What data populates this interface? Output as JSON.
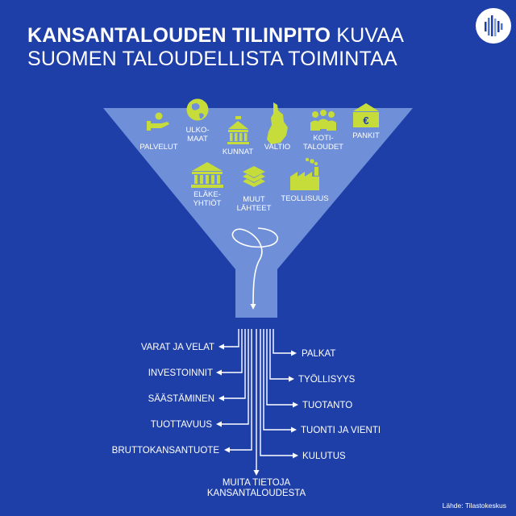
{
  "title": {
    "bold": "KANSANTALOUDEN TILINPITO",
    "light_1": "KUVAA",
    "light_2": "SUOMEN TALOUDELLISTA TOIMINTAA"
  },
  "funnel_icons": [
    {
      "lines": [
        "PALVELUT"
      ],
      "icon": "hand-service-icon"
    },
    {
      "lines": [
        "ULKO-",
        "MAAT"
      ],
      "icon": "globe-icon"
    },
    {
      "lines": [
        "KUNNAT"
      ],
      "icon": "town-hall-icon"
    },
    {
      "lines": [
        "VALTIO"
      ],
      "icon": "finland-map-icon"
    },
    {
      "lines": [
        "KOTI-",
        "TALOUDET"
      ],
      "icon": "households-icon"
    },
    {
      "lines": [
        "PANKIT"
      ],
      "icon": "bank-euro-icon"
    },
    {
      "lines": [
        "ELÄKE-",
        "YHTIÖT"
      ],
      "icon": "pension-building-icon"
    },
    {
      "lines": [
        "MUUT",
        "LÄHTEET"
      ],
      "icon": "layers-icon"
    },
    {
      "lines": [
        "TEOLLISUUS"
      ],
      "icon": "factory-icon"
    }
  ],
  "outputs_left": [
    "VARAT JA VELAT",
    "INVESTOINNIT",
    "SÄÄSTÄMINEN",
    "TUOTTAVUUS",
    "BRUTTOKANSANTUOTE"
  ],
  "outputs_right": [
    "PALKAT",
    "TYÖLLISYYS",
    "TUOTANTO",
    "TUONTI JA VIENTI",
    "KULUTUS"
  ],
  "output_bottom": [
    "MUITA TIETOJA",
    "KANSANTALOUDESTA"
  ],
  "source": "Lähde: Tilastokeskus",
  "colors": {
    "background": "#1e3fa8",
    "funnel": "#6f8fd8",
    "icon": "#c6dc3a",
    "text": "#ffffff"
  }
}
